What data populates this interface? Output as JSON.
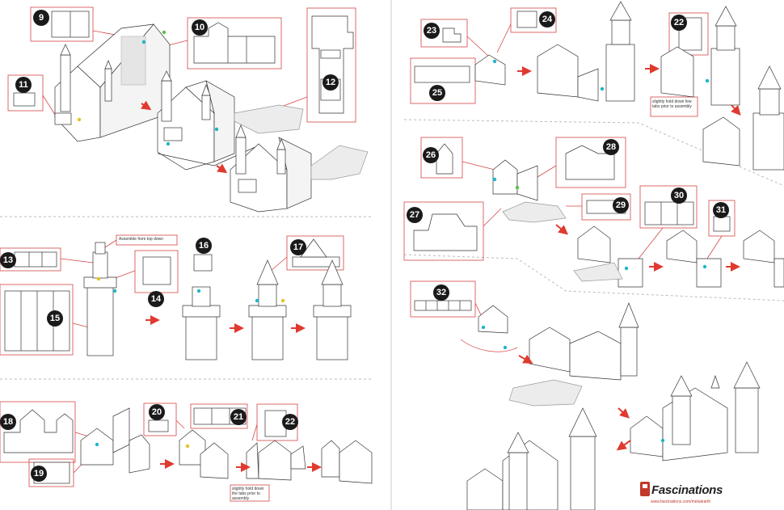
{
  "steps": {
    "s9": "9",
    "s10": "10",
    "s11": "11",
    "s12": "12",
    "s13": "13",
    "s14": "14",
    "s15": "15",
    "s16": "16",
    "s17": "17",
    "s18": "18",
    "s19": "19",
    "s20": "20",
    "s21": "21",
    "s22": "22",
    "s23": "23",
    "s24": "24",
    "s25": "25",
    "s22b": "22",
    "s26": "26",
    "s27": "27",
    "s28": "28",
    "s29": "29",
    "s30": "30",
    "s31": "31",
    "s32": "32"
  },
  "notes": {
    "top_down": "Assemble from top down",
    "hold_down_left": "slightly hold down the tabs prior to assembly",
    "hold_down_right": "slightly hold down few tabs prior to assembly"
  },
  "brand": {
    "name": "Fascinations",
    "url": "www.fascinations.com/metalearth"
  },
  "colors": {
    "leader": "#d64545",
    "arrow": "#e03a2f",
    "dot_cyan": "#1fb5c8",
    "dot_yellow": "#e6c229",
    "dot_green": "#5cbf4a",
    "divider": "#bbbbbb"
  }
}
